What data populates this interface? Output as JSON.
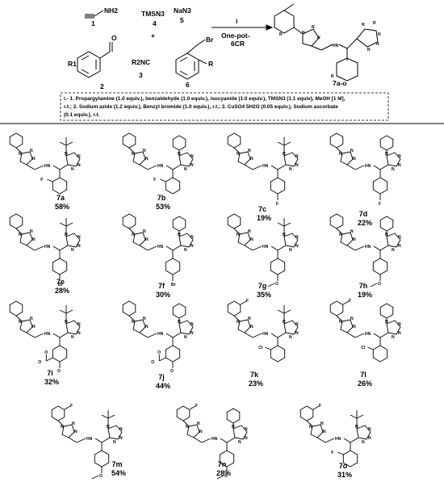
{
  "scheme": {
    "reagents": [
      {
        "num": "1",
        "formula": "NH2",
        "name": "propargylamine"
      },
      {
        "num": "2",
        "formula": "R1",
        "name": "benzaldehyde"
      },
      {
        "num": "3",
        "formula": "R2NC",
        "name": "isocyanide"
      },
      {
        "num": "4",
        "formula": "TMSN3",
        "name": "TMSN3"
      },
      {
        "num": "5",
        "formula": "NaN3",
        "name": "sodium azide"
      },
      {
        "num": "6",
        "formula": "Br",
        "name": "benzyl bromide"
      }
    ],
    "plus": "+",
    "arrow_top": "i",
    "arrow_line1": "One-pot-",
    "arrow_line2": "6CR",
    "product_label": "7a-o",
    "conditions": [
      "i.- 1. Propargylamine (1.0 equiv.), benzaldehyde (1.0 equiv.), isocyanide (1.0 equiv.), TMSN3 (1.1 equiv), MeOH [1 M],",
      "r.t.; 2. Sodium azide (1.2 equiv.), Benzyl bromide (1.0 equiv.), r.t.; 3. CuSO4 5H2O (0.05 equiv.), Sodium ascorbate",
      "(0.1 equiv.), r.t."
    ]
  },
  "compounds": [
    {
      "id": "7a",
      "yield": "58%",
      "n_sub": "tBu",
      "ar_sub": "2-F",
      "bn_sub": ""
    },
    {
      "id": "7b",
      "yield": "53%",
      "n_sub": "Cy",
      "ar_sub": "2-F",
      "bn_sub": ""
    },
    {
      "id": "7c",
      "yield": "19%",
      "n_sub": "tBu",
      "ar_sub": "4-F",
      "bn_sub": ""
    },
    {
      "id": "7d",
      "yield": "22%",
      "n_sub": "Cy",
      "ar_sub": "4-F",
      "bn_sub": ""
    },
    {
      "id": "7e",
      "yield": "28%",
      "n_sub": "tBu",
      "ar_sub": "4-Br",
      "bn_sub": ""
    },
    {
      "id": "7f",
      "yield": "30%",
      "n_sub": "Cy",
      "ar_sub": "4-Br",
      "bn_sub": ""
    },
    {
      "id": "7g",
      "yield": "35%",
      "n_sub": "tBu",
      "ar_sub": "4-OMe",
      "bn_sub": ""
    },
    {
      "id": "7h",
      "yield": "19%",
      "n_sub": "Cy",
      "ar_sub": "4-OMe",
      "bn_sub": ""
    },
    {
      "id": "7i",
      "yield": "32%",
      "n_sub": "tBu",
      "ar_sub": "3-CO2Me-4-OMe",
      "bn_sub": ""
    },
    {
      "id": "7j",
      "yield": "44%",
      "n_sub": "Cy",
      "ar_sub": "3-CO2Me-4-OMe",
      "bn_sub": ""
    },
    {
      "id": "7k",
      "yield": "23%",
      "n_sub": "tBu",
      "ar_sub": "2-Cl",
      "bn_sub": "F"
    },
    {
      "id": "7l",
      "yield": "26%",
      "n_sub": "Cy",
      "ar_sub": "2-Cl",
      "bn_sub": "F"
    },
    {
      "id": "7m",
      "yield": "54%",
      "n_sub": "tBu",
      "ar_sub": "4-OMe",
      "bn_sub": "F"
    },
    {
      "id": "7n",
      "yield": "28%",
      "n_sub": "Cy",
      "ar_sub": "4-OMe",
      "bn_sub": "F"
    },
    {
      "id": "7o",
      "yield": "31%",
      "n_sub": "tBu",
      "ar_sub": "2-F",
      "bn_sub": "F"
    }
  ],
  "atoms": {
    "N": "N",
    "NH": "HN",
    "F": "F",
    "Br": "Br",
    "Cl": "Cl",
    "O": "O",
    "R1": "R",
    "R2": "R",
    "R3": "R"
  }
}
